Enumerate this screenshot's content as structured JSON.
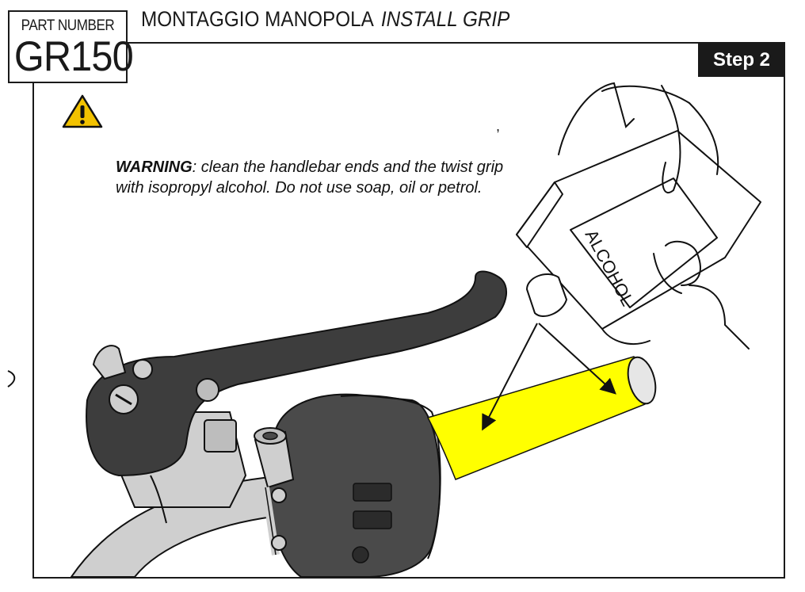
{
  "header": {
    "part_label": "PART NUMBER",
    "part_number": "GR150",
    "title_it": "MONTAGGIO MANOPOLA",
    "title_en": "INSTALL GRIP",
    "step_label": "Step 2"
  },
  "warning": {
    "bold": "WARNING",
    "text": ": clean the handlebar ends and the twist grip with isopropyl alcohol. Do not use soap, oil or petrol."
  },
  "illustration": {
    "bottle_label": "ALCOHOL"
  },
  "colors": {
    "grip": "#ffff00",
    "warning_triangle": "#f2c200",
    "lever": "#3d3d3d",
    "housing": "#4a4a4a",
    "clamp": "#cfcfcf"
  },
  "icons": [
    "warning-triangle-icon"
  ]
}
